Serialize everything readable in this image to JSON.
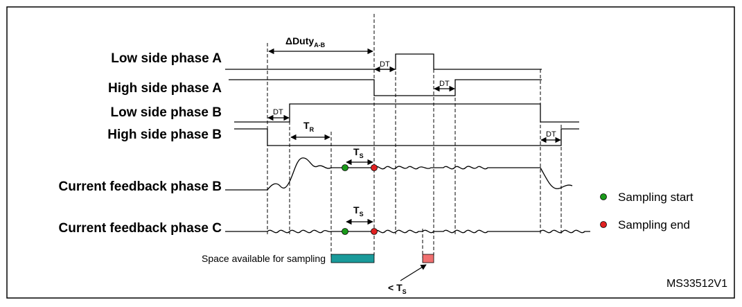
{
  "signals": {
    "low_a": "Low side phase A",
    "high_a": "High side phase A",
    "low_b": "Low side phase B",
    "high_b": "High side phase B",
    "fb_b": "Current feedback phase B",
    "fb_c": "Current feedback phase C"
  },
  "annotations": {
    "delta_duty_main": "ΔDuty",
    "delta_duty_sub": "A-B",
    "dt": "DT",
    "tr_main": "T",
    "tr_sub": "R",
    "ts_main": "T",
    "ts_sub": "S",
    "lt_ts_main": "< T",
    "lt_ts_sub": "S",
    "space_available": "Space available for sampling"
  },
  "legend": {
    "start": "Sampling start",
    "end": "Sampling end"
  },
  "colors": {
    "start_dot": "#1a9a1a",
    "end_dot": "#e02020",
    "available_bar": "#1a9a9a",
    "short_bar": "#f07070"
  },
  "reference": "MS33512V1"
}
